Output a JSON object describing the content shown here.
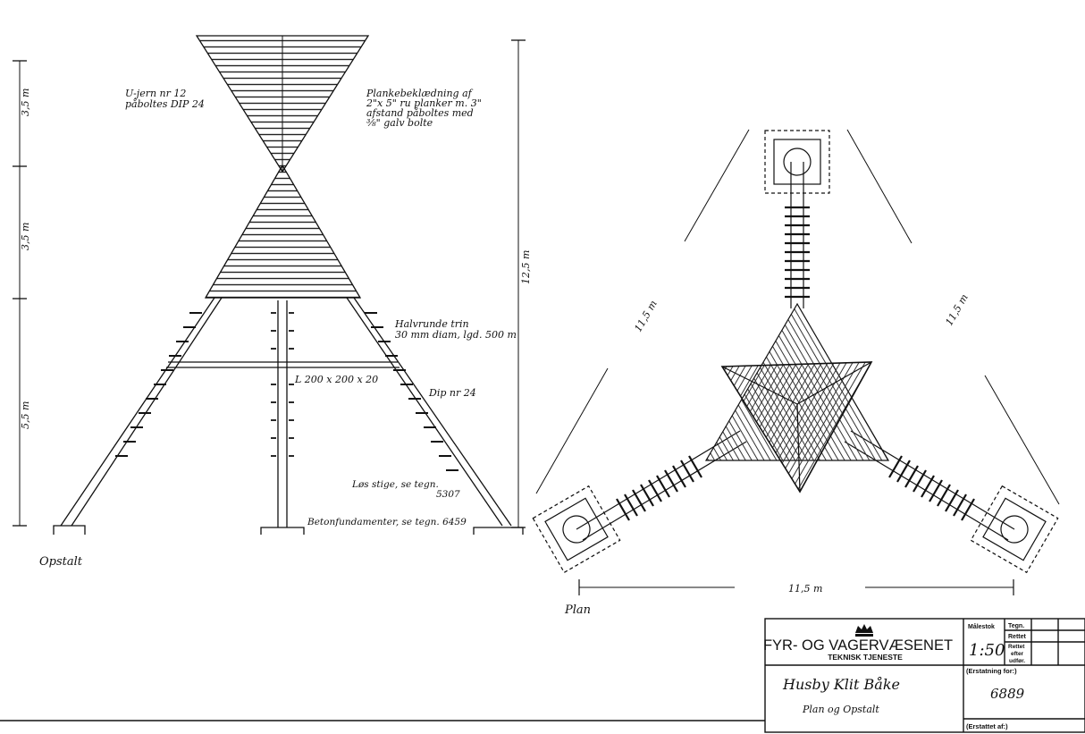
{
  "elevation": {
    "caption": "Opstalt",
    "dimensions": {
      "upper": "3,5 m",
      "middle": "3,5 m",
      "lower": "5,5 m",
      "total": "12,5 m"
    },
    "notes": {
      "u_iron_1": "U-jern nr 12",
      "u_iron_2": "påboltes DIP 24",
      "planking_1": "Plankebeklædning af",
      "planking_2": "2\"x 5\" ru planker m. 3\"",
      "planking_3": "afstand påboltes med",
      "planking_4": "⅜\" galv bolte",
      "rungs_1": "Halvrunde trin",
      "rungs_2": "30 mm diam, lgd. 500 m",
      "angle": "L 200 x 200 x 20",
      "dip": "Dip nr 24",
      "ladder_1": "Løs stige, se tegn.",
      "ladder_2": "5307",
      "foundation": "Betonfundamenter, se tegn. 6459"
    }
  },
  "plan": {
    "caption": "Plan",
    "dim_left": "11,5 m",
    "dim_right": "11,5 m",
    "dim_bottom": "11,5 m"
  },
  "title_block": {
    "organization": "FYR- OG VAGERVÆSENET",
    "department": "TEKNISK TJENESTE",
    "scale_label": "Målestok",
    "scale": "1:50",
    "tegn": "Tegn.",
    "rettet": "Rettet",
    "rettet_efter_1": "Rettet",
    "rettet_efter_2": "efter",
    "rettet_efter_3": "udfør.",
    "erstatning_for": "(Erstatning for:)",
    "drawing_title": "Husby Klit Båke",
    "drawing_subtitle": "Plan og Opstalt",
    "drawing_number": "6889",
    "erstattet_af": "(Erstattet af:)"
  }
}
